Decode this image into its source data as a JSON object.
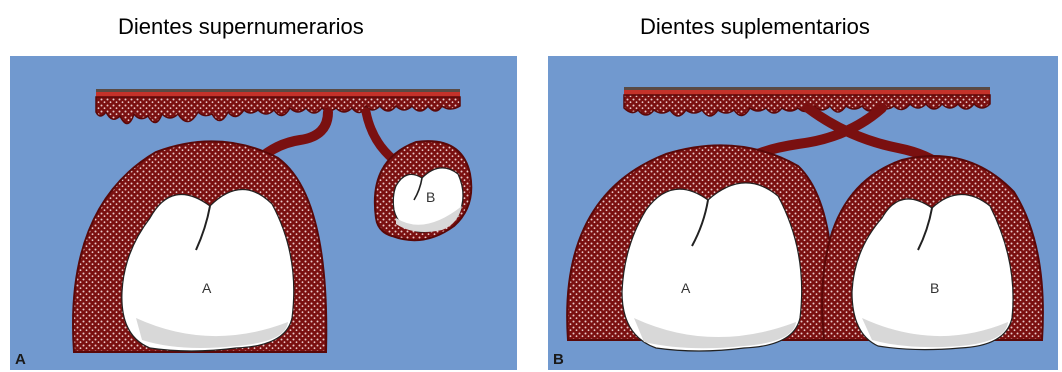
{
  "titles": {
    "left": "Dientes supernumerarios",
    "right": "Dientes suplementarios"
  },
  "panels": {
    "a": {
      "label": "A",
      "tooth_main": "A",
      "tooth_small": "B"
    },
    "b": {
      "label": "B",
      "tooth_left": "A",
      "tooth_right": "B"
    }
  },
  "colors": {
    "background": "#7199cf",
    "tissue": "#7a1010",
    "tooth": "#ffffff",
    "epithelium_top": "#5a4a44",
    "epithelium_band": "#c4322a"
  }
}
